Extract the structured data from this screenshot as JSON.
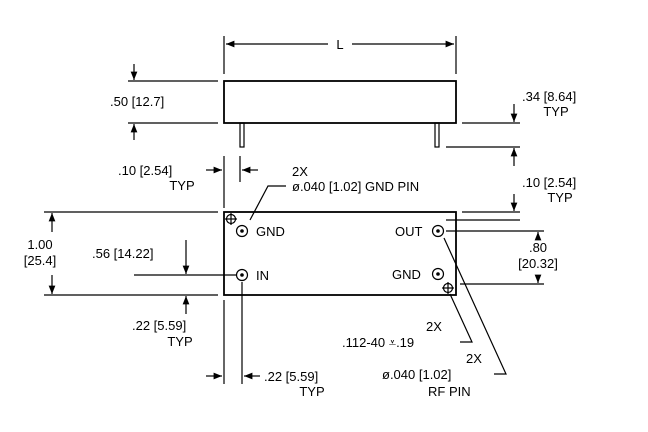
{
  "top_view": {
    "length_label": "L",
    "height_dim": ".50 [12.7]",
    "pin_length_dim": ".34 [8.64]",
    "pin_length_typ": "TYP",
    "pin_pitch_dim": ".10 [2.54]",
    "pin_pitch_typ": "TYP"
  },
  "gnd_pin_note": {
    "qty": "2X",
    "spec": "ø.040 [1.02] GND PIN"
  },
  "right_side": {
    "offset_dim": ".10 [2.54]",
    "offset_typ": "TYP",
    "spacing_dim_line1": ".80",
    "spacing_dim_line2": "[20.32]"
  },
  "left_side": {
    "width_dim_line1": "1.00",
    "width_dim_line2": "[25.4]",
    "pin_spacing_dim": ".56 [14.22]",
    "bottom_dim": ".22 [5.59]",
    "bottom_typ": "TYP"
  },
  "pins": {
    "gnd_left": "GND",
    "in": "IN",
    "out": "OUT",
    "gnd_right": "GND"
  },
  "mount_hole_note": {
    "qty": "2X",
    "spec": ".112-40 ⩡.19"
  },
  "rf_pin_note": {
    "qty": "2X",
    "spec": "ø.040 [1.02]",
    "label": "RF PIN"
  },
  "bottom_dim": {
    "value": ".22 [5.59]",
    "typ": "TYP"
  }
}
